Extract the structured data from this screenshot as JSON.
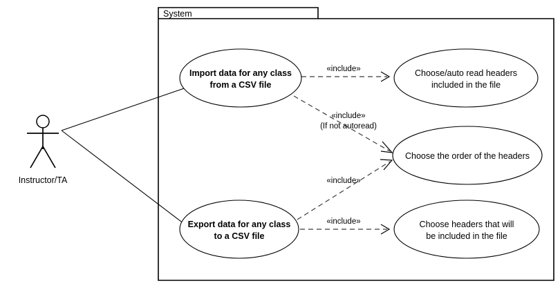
{
  "diagram": {
    "type": "uml-use-case-diagram",
    "boundary": {
      "label": "System"
    },
    "actors": [
      {
        "id": "instructor-ta",
        "label": "Instructor/TA"
      }
    ],
    "use_cases": [
      {
        "id": "import-data",
        "line1": "Import data for any class",
        "line2": "from a CSV file",
        "emphasis": "bold"
      },
      {
        "id": "export-data",
        "line1": "Export data for any class",
        "line2": "to a CSV file",
        "emphasis": "bold"
      },
      {
        "id": "auto-read-headers",
        "line1": "Choose/auto read headers",
        "line2": "included in the file",
        "emphasis": "normal"
      },
      {
        "id": "order-headers",
        "line1": "Choose the order of the headers",
        "line2": "",
        "emphasis": "normal"
      },
      {
        "id": "choose-headers",
        "line1": "Choose headers that will",
        "line2": "be included in the file",
        "emphasis": "normal"
      }
    ],
    "relationships": [
      {
        "id": "include-import-autoread",
        "from": "import-data",
        "to": "auto-read-headers",
        "line1": "«include»",
        "line2": ""
      },
      {
        "id": "include-import-order",
        "from": "import-data",
        "to": "order-headers",
        "line1": "«include»",
        "line2": "(If not autoread)"
      },
      {
        "id": "include-export-order",
        "from": "export-data",
        "to": "order-headers",
        "line1": "«include»",
        "line2": ""
      },
      {
        "id": "include-export-choose",
        "from": "export-data",
        "to": "choose-headers",
        "line1": "«include»",
        "line2": ""
      }
    ],
    "colors": {
      "stroke": "#000000",
      "background": "#ffffff",
      "dashed": "#3a3a3a"
    }
  }
}
